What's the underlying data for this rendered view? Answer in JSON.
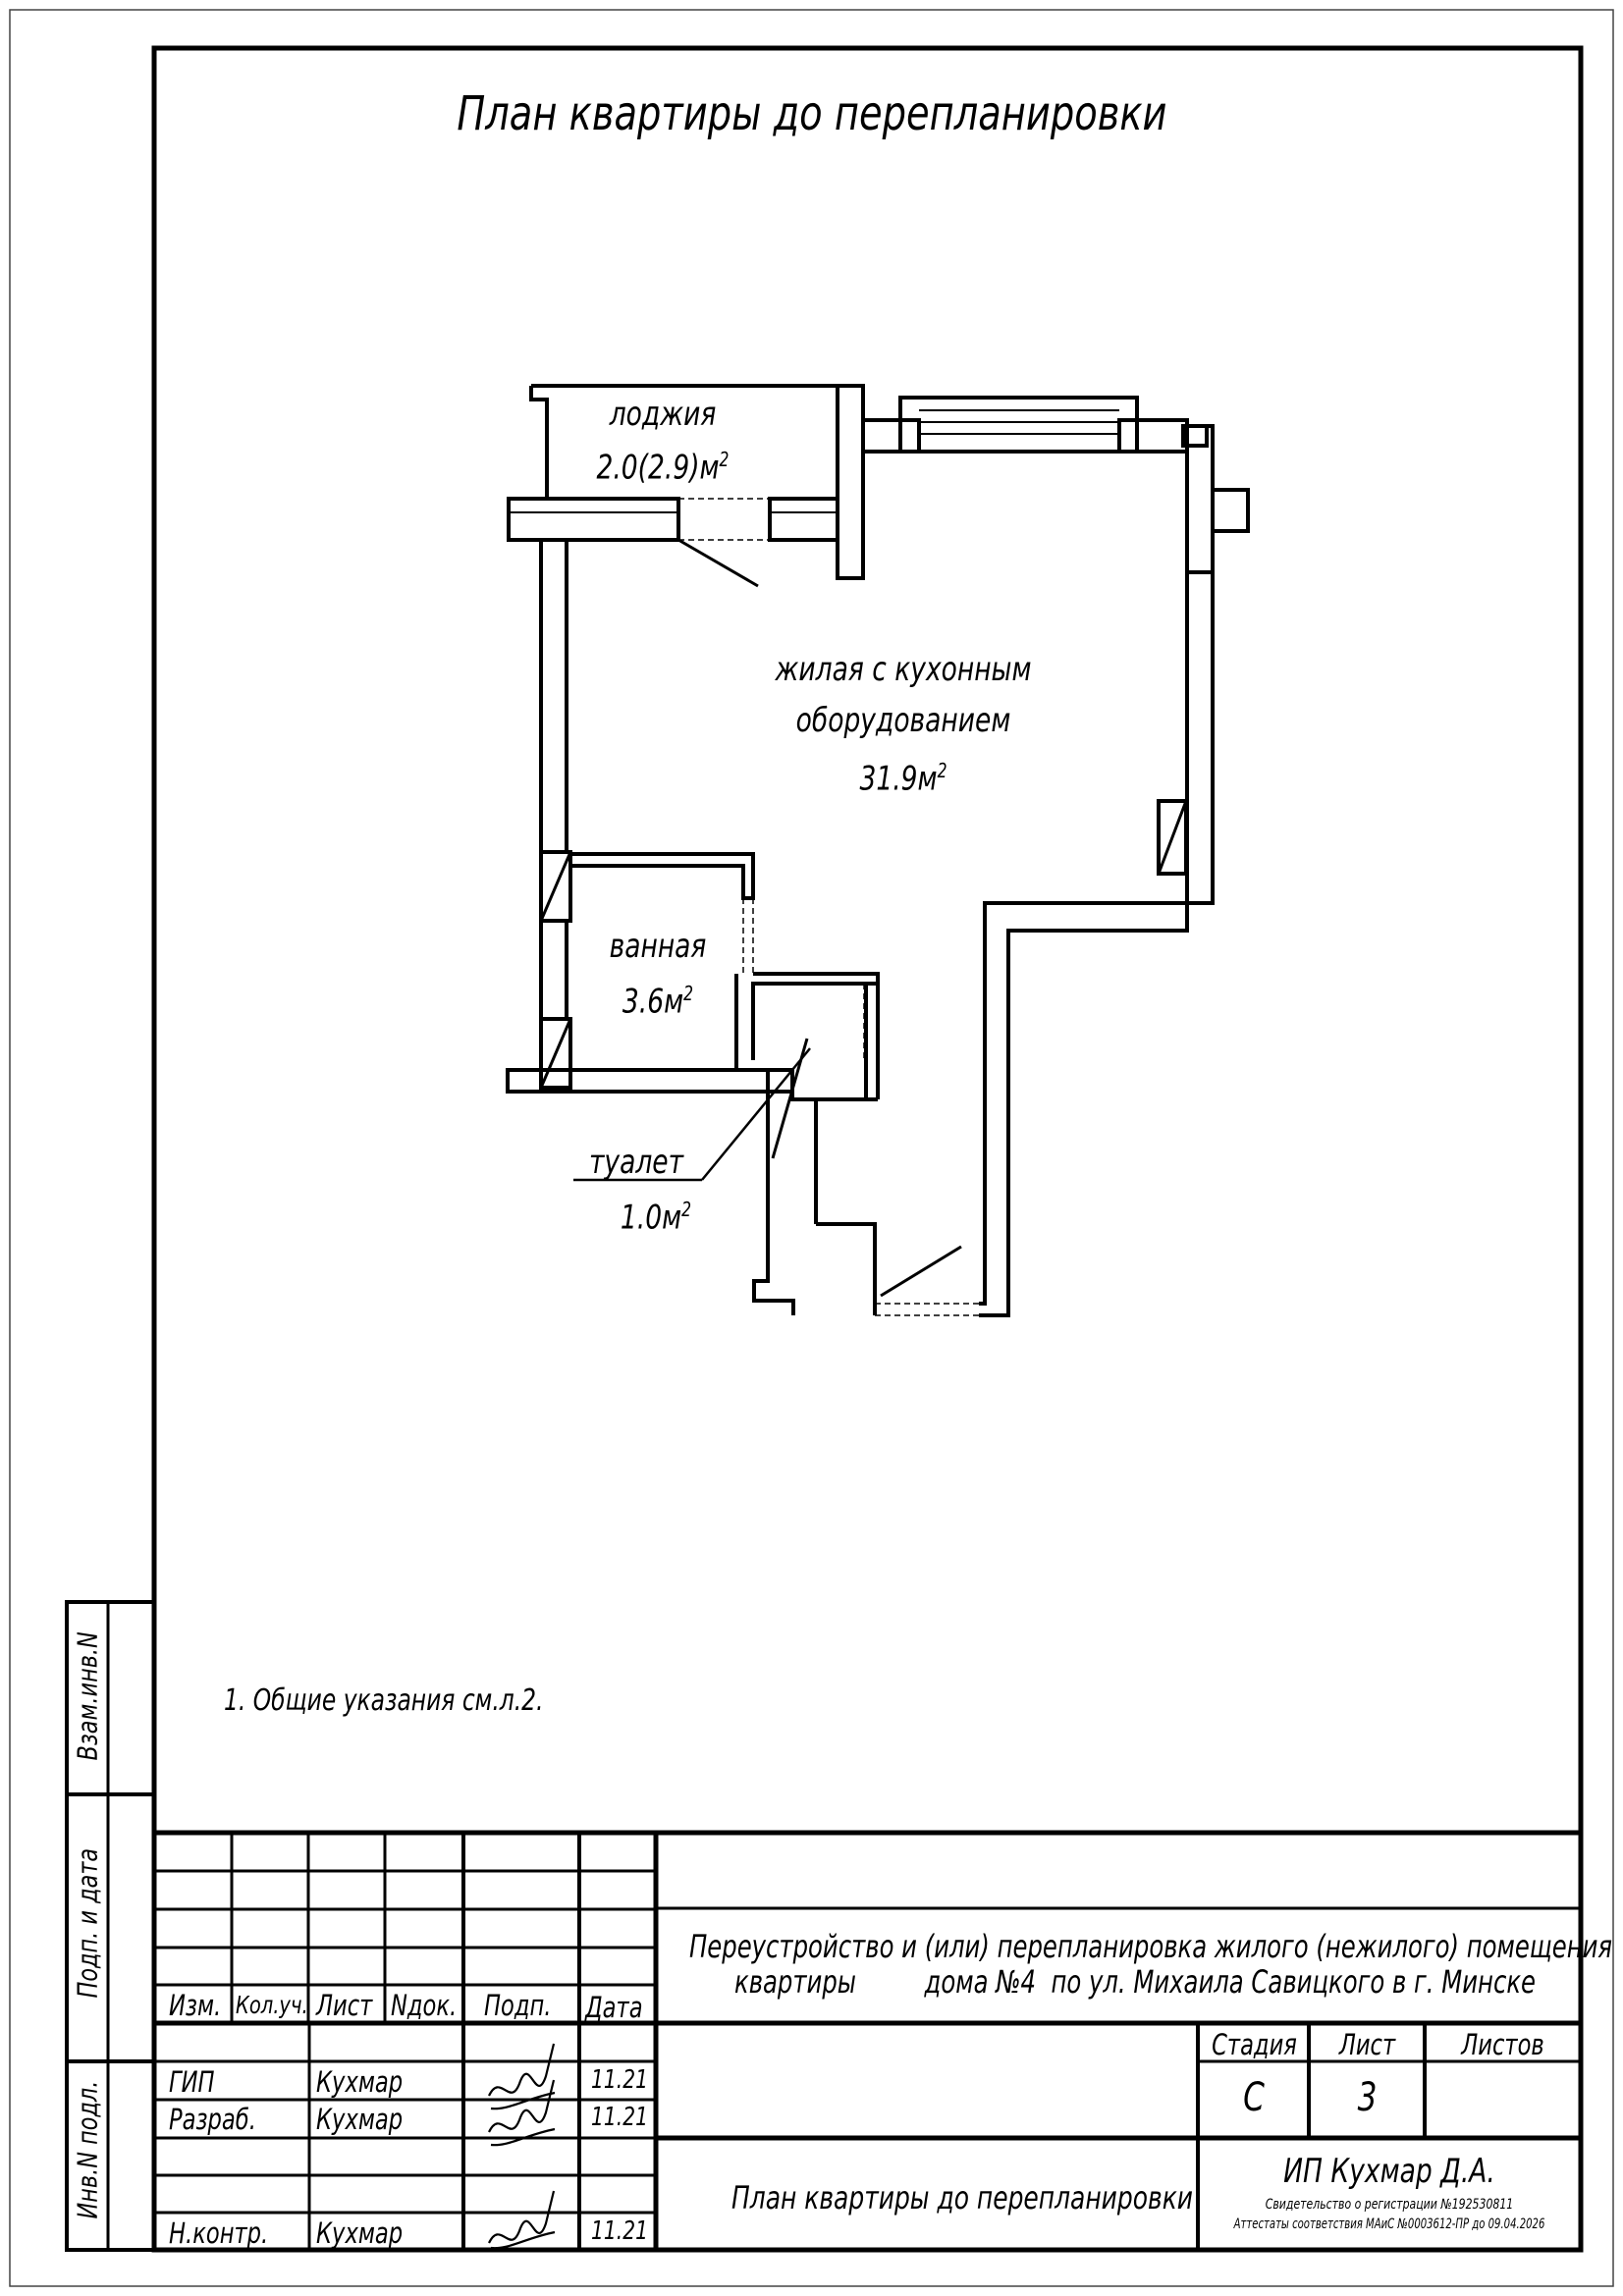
{
  "drawing": {
    "title": "План квартиры до перепланировки",
    "rooms": {
      "loggia": {
        "name": "лоджия",
        "area": "2.0(2.9)м",
        "sup": "2"
      },
      "living": {
        "name_line1": "жилая с кухонным",
        "name_line2": "оборудованием",
        "area": "31.9м",
        "sup": "2"
      },
      "bath": {
        "name": "ванная",
        "area": "3.6м",
        "sup": "2"
      },
      "toilet": {
        "name": "туалет",
        "area": "1.0м",
        "sup": "2"
      }
    },
    "note": "1.  Общие указания см.л.2."
  },
  "side_stamp": {
    "vzam": "Взам.инв.N",
    "podp_data": "Подп. и дата",
    "inv_podl": "Инв.N подл."
  },
  "title_block": {
    "headers": {
      "izm": "Изм.",
      "kol": "Кол.уч.",
      "list": "Лист",
      "ndok": "Nдок.",
      "podp": "Подп.",
      "data": "Дата"
    },
    "project_line1": "Переустройство и (или) перепланировка жилого (нежилого) помещения",
    "project_line2": "квартиры         дома №4  по ул. Михаила Савицкого в г. Минске",
    "people": [
      {
        "role": "ГИП",
        "name": "Кухмар",
        "date": "11.21"
      },
      {
        "role": "Разраб.",
        "name": "Кухмар",
        "date": "11.21"
      },
      {
        "role": "Н.контр.",
        "name": "Кухмар",
        "date": "11.21"
      }
    ],
    "stage_header": "Стадия",
    "sheet_header": "Лист",
    "sheets_header": "Листов",
    "stage": "С",
    "sheet": "3",
    "sheets": "",
    "sheet_title": "План квартиры до перепланировки",
    "company": "ИП Кухмар Д.А.",
    "reg": "Свидетельство о регистрации №192530811",
    "cert": "Аттестаты соответствия МАиС №0003612-ПР до  09.04.2026"
  }
}
